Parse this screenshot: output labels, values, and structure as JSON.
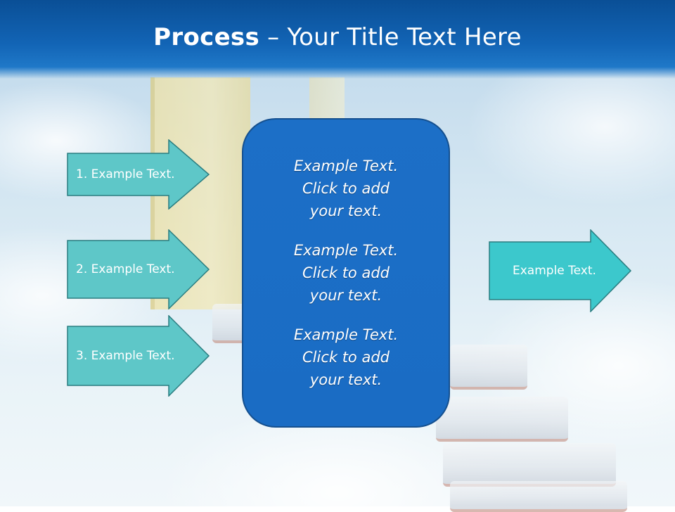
{
  "slide": {
    "title_bold": "Process",
    "title_rest": " – Your Title Text Here"
  },
  "left_arrows": [
    {
      "label": "1. Example Text."
    },
    {
      "label": "2. Example Text."
    },
    {
      "label": "3. Example Text."
    }
  ],
  "center_panel": {
    "blocks": [
      {
        "line1": "Example Text.",
        "line2": "Click  to add",
        "line3": "your text."
      },
      {
        "line1": "Example Text.",
        "line2": "Click  to add",
        "line3": "your text."
      },
      {
        "line1": "Example Text.",
        "line2": "Click  to add",
        "line3": "your text."
      }
    ]
  },
  "right_arrow": {
    "label": "Example Text."
  },
  "colors": {
    "header_blue": "#1264b5",
    "left_arrow_fill": "#5ec7c8",
    "right_arrow_fill": "#3cc8cc",
    "arrow_stroke": "#2a7d80",
    "panel_fill": "#1a6cc4"
  }
}
